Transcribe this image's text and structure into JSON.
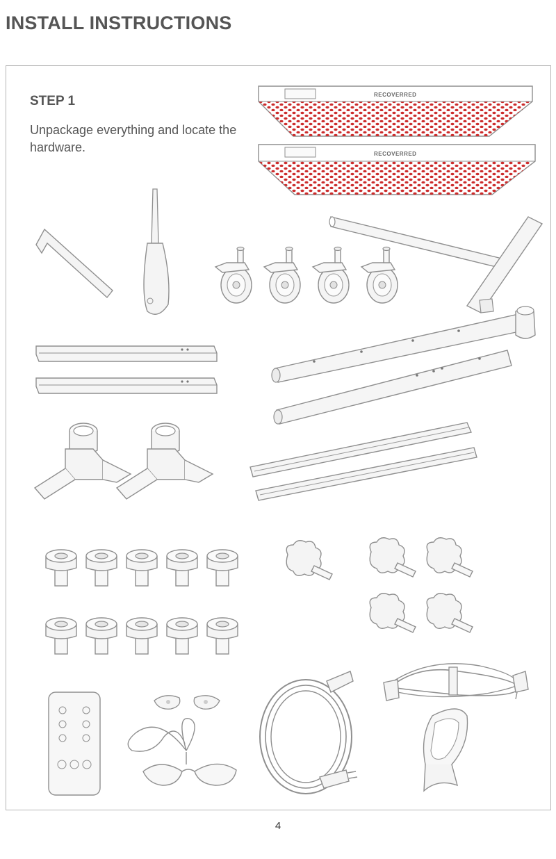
{
  "page": {
    "title": "INSTALL INSTRUCTIONS",
    "page_number": "4"
  },
  "step": {
    "heading": "STEP 1",
    "description": "Unpackage everything and locate the hardware."
  },
  "panel_branding": "RECOVERRED",
  "colors": {
    "line": "#8f8f8f",
    "fill": "#f4f4f4",
    "led_red": "#cc2b2b",
    "border": "#b5b5b5"
  },
  "parts": [
    {
      "icon": "led-panel-icon",
      "count": 2
    },
    {
      "icon": "hex-key-icon",
      "count": 1
    },
    {
      "icon": "screwdriver-icon",
      "count": 1
    },
    {
      "icon": "caster-wheel-icon",
      "count": 4
    },
    {
      "icon": "stand-base-icon",
      "count": 1
    },
    {
      "icon": "square-tube-icon",
      "count": 2
    },
    {
      "icon": "round-pole-icon",
      "count": 2
    },
    {
      "icon": "mount-bracket-icon",
      "count": 2
    },
    {
      "icon": "mounting-rail-icon",
      "count": 2
    },
    {
      "icon": "bolt-icon",
      "count": 10
    },
    {
      "icon": "knob-screw-icon",
      "count": 5
    },
    {
      "icon": "remote-control-icon",
      "count": 1
    },
    {
      "icon": "goggles-icon",
      "count": 1
    },
    {
      "icon": "eye-protector-icon",
      "count": 2
    },
    {
      "icon": "extension-cord-icon",
      "count": 1
    },
    {
      "icon": "power-cord-icon",
      "count": 1
    },
    {
      "icon": "velcro-strap-icon",
      "count": 1
    }
  ]
}
